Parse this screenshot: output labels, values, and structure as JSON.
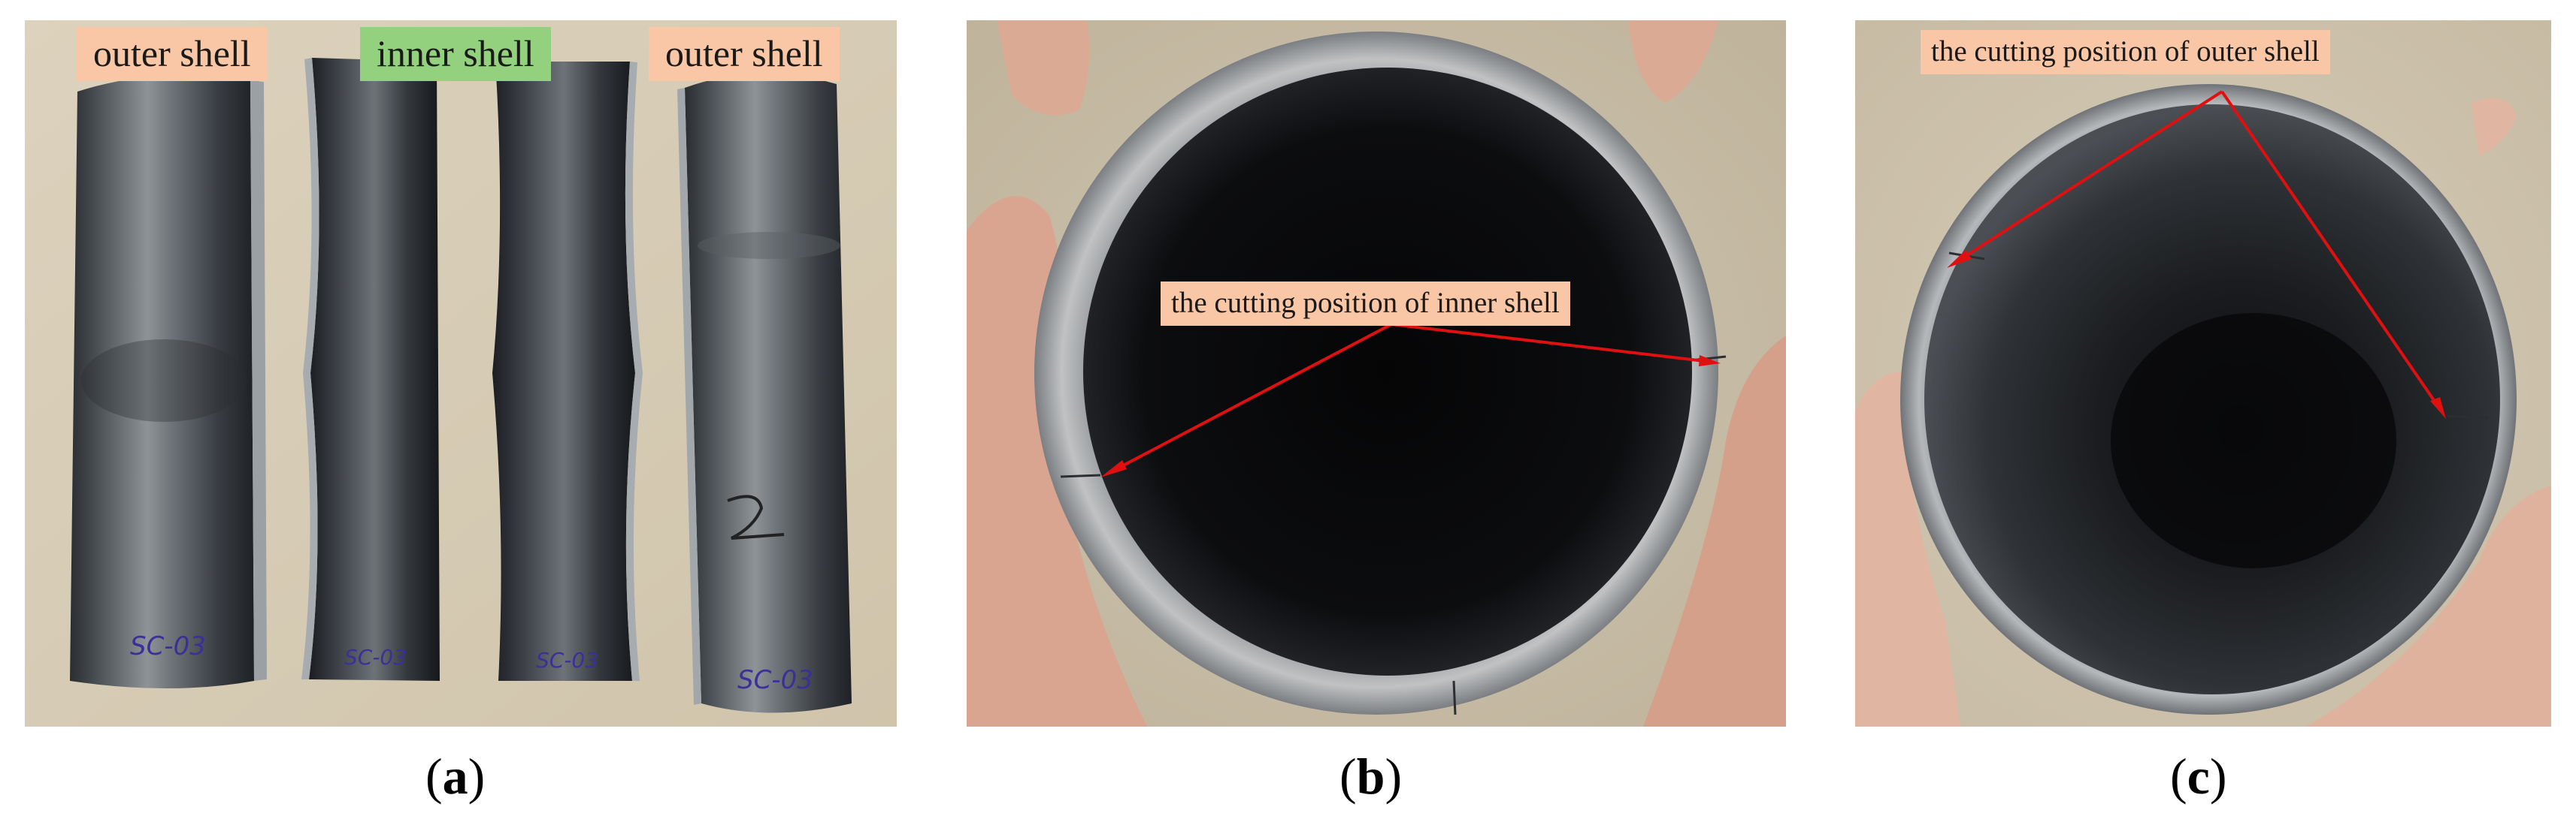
{
  "panels": {
    "a": {
      "caption_open": "(",
      "caption_letter": "a",
      "caption_close": ")",
      "labels": {
        "left": "outer shell",
        "middle": "inner shell",
        "right": "outer shell"
      },
      "label_colors": {
        "outer": "#f9c7a6",
        "inner": "#93d17e"
      },
      "specimen_marks": [
        "SC-03",
        "SC-03",
        "SC-03",
        "SC-03"
      ],
      "handwritten_digit": "2"
    },
    "b": {
      "caption_open": "(",
      "caption_letter": "b",
      "caption_close": ")",
      "label": "the cutting position of inner shell",
      "label_color": "#f9c7a6"
    },
    "c": {
      "caption_open": "(",
      "caption_letter": "c",
      "caption_close": ")",
      "label": "the cutting position of outer shell",
      "label_color": "#f9c7a6"
    }
  },
  "colors": {
    "arrow": "#e01010",
    "background": "#d8cdb6"
  }
}
